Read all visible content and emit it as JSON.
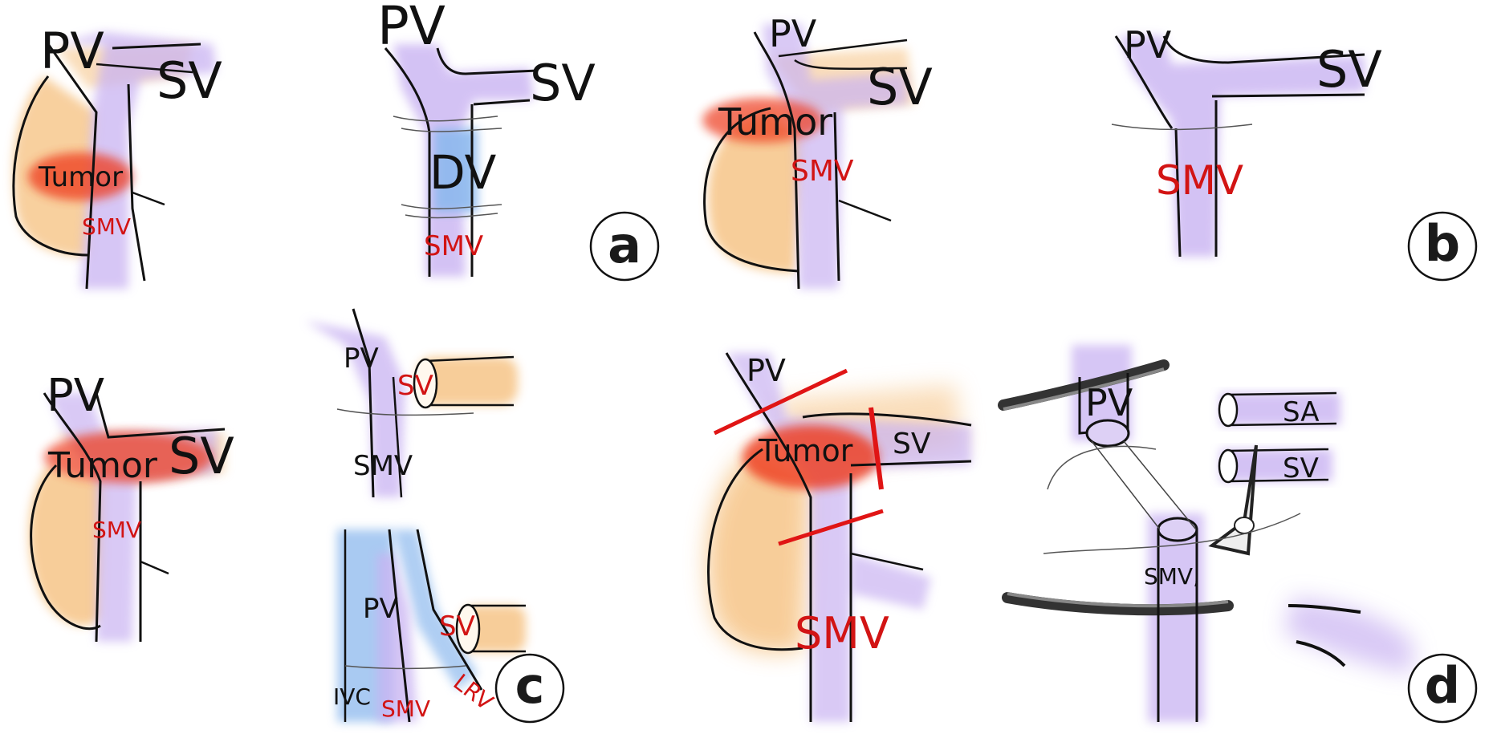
{
  "panels": {
    "a": {
      "letter": "a",
      "left": {
        "pv": "PV",
        "sv": "SV",
        "tumor": "Tumor",
        "smv": "SMV"
      },
      "right": {
        "pv": "PV",
        "sv": "SV",
        "dv": "DV",
        "smv": "SMV"
      }
    },
    "b": {
      "letter": "b",
      "left": {
        "pv": "PV",
        "sv": "SV",
        "tumor": "Tumor",
        "smv": "SMV"
      },
      "right": {
        "pv": "PV",
        "sv": "SV",
        "smv": "SMV"
      }
    },
    "c": {
      "letter": "c",
      "left": {
        "pv": "PV",
        "sv": "SV",
        "tumor": "Tumor",
        "smv": "SMV"
      },
      "top": {
        "pv": "PV",
        "sv": "SV",
        "smv": "SMV"
      },
      "bottom": {
        "pv": "PV",
        "sv": "SV",
        "ivc": "IVC",
        "smv": "SMV",
        "lrv": "LRV"
      }
    },
    "d": {
      "letter": "d",
      "left": {
        "pv": "PV",
        "sv": "SV",
        "tumor": "Tumor",
        "smv": "SMV"
      },
      "right": {
        "pv": "PV",
        "sa": "SA",
        "sv": "SV",
        "smv": "SMV,"
      }
    }
  },
  "colors": {
    "vein": "#c9b3f2",
    "dv": "#8db9ee",
    "pancreas": "#f7c88e",
    "tumor": "#ee3b1f",
    "label_red": "#d21414",
    "ink": "#111111"
  }
}
